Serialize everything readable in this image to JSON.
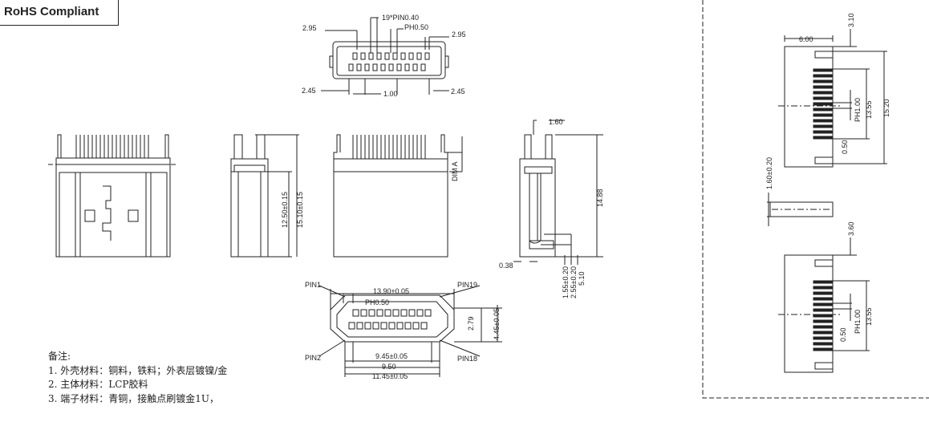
{
  "badge": "RoHS Compliant",
  "notes": {
    "title": "备注:",
    "items": [
      "1. 外壳材料：铜料，铁料；外表层镀镍/金",
      "2. 主体材料：LCP胶料",
      "3. 端子材料：青铜，接触点刷镀金1U，"
    ]
  },
  "dims_top_view": {
    "pins": "19*PIN0.40",
    "pitch": "PH0.50",
    "left_top": "2.95",
    "right_top": "2.95",
    "left_bottom": "2.45",
    "right_bottom": "2.45",
    "center": "1.00"
  },
  "dims_side": {
    "h1": "12.50±0.15",
    "h2": "15.10±0.15",
    "dim_a": "DIM A",
    "h3": "14.88",
    "t1": "1.60",
    "t2": "0.38",
    "v1": "1.55±0.20",
    "v2": "2.55±0.20",
    "v3": "5.10"
  },
  "dims_face": {
    "pin1": "PIN1",
    "pin19": "PIN19",
    "pin2": "PIN2",
    "pin18": "PIN18",
    "width": "13.90±0.05",
    "pitch": "PH0.50",
    "h1": "2.79",
    "h2": "4.45±0.05",
    "w1": "9.45±0.05",
    "w2": "9.50",
    "w3": "11.45±0.05"
  },
  "dims_pcb": {
    "w": "6.00",
    "top": "3.10",
    "ph": "PH1.00",
    "span1": "13.55",
    "span2": "15.20",
    "small": "0.50",
    "thick": "1.60±0.20",
    "gap": "3.60",
    "ph2": "PH1.00",
    "span3": "13.55",
    "small2": "0.50"
  }
}
